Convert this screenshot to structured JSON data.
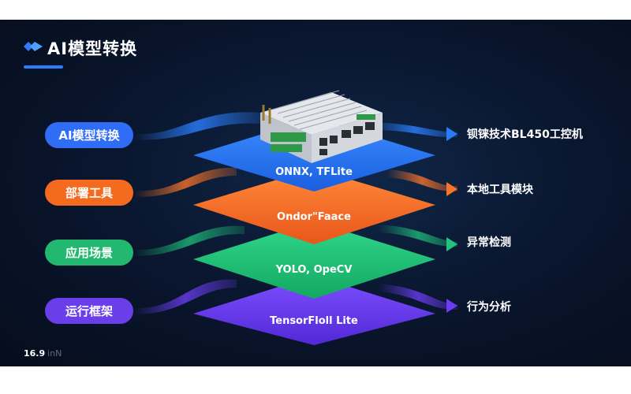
{
  "header": {
    "title": "AI模型转换",
    "accent_color": "#2f7df6",
    "logo_icon": "diamond-logo-icon"
  },
  "left_tags": [
    {
      "label": "AI模型转换",
      "color": "#2f6df6"
    },
    {
      "label": "部署工具",
      "color": "#f46a1e"
    },
    {
      "label": "应用场景",
      "color": "#22b86f"
    },
    {
      "label": "运行框架",
      "color": "#6a3ee8"
    }
  ],
  "layers": [
    {
      "label": "ONNX, TFLite",
      "color": "#2a7bf8"
    },
    {
      "label": "Ondor\"Faace",
      "color": "#f8742a"
    },
    {
      "label": "YOLO, OpeCV",
      "color": "#20c47c"
    },
    {
      "label": "TensorFloll Lite",
      "color": "#6a3df0"
    }
  ],
  "right_labels": [
    {
      "label": "钡铼技术BL450工控机"
    },
    {
      "label": "本地工具模块"
    },
    {
      "label": "异常检测"
    },
    {
      "label": "行为分析"
    }
  ],
  "device": {
    "icon": "industrial-pc-device-icon"
  },
  "footer": {
    "ratio_label": "16.9",
    "ratio_suffix": "inN"
  }
}
